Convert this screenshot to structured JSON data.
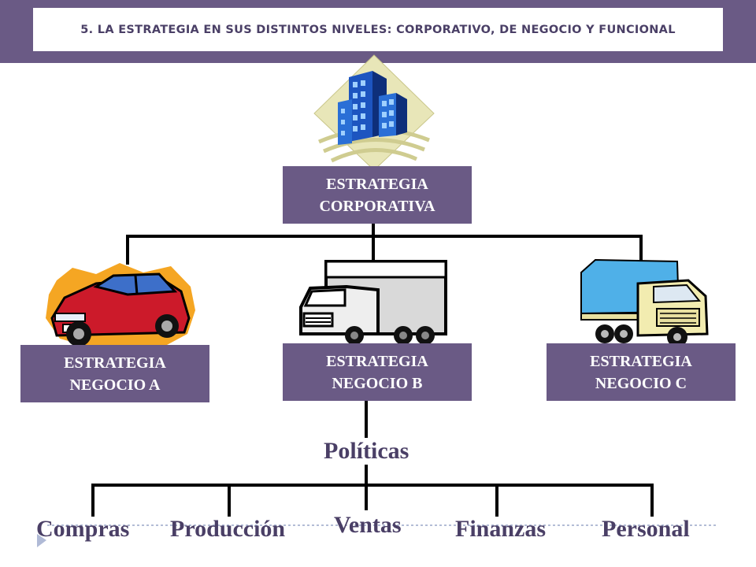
{
  "header": {
    "title": "5. LA ESTRATEGIA EN SUS DISTINTOS NIVELES: CORPORATIVO, DE NEGOCIO Y FUNCIONAL"
  },
  "diagram": {
    "corporate": {
      "label": "ESTRATEGIA\nCORPORATIVA",
      "icon": "office-building-icon"
    },
    "businesses": [
      {
        "label": "ESTRATEGIA\nNEGOCIO A",
        "icon": "red-car-icon"
      },
      {
        "label": "ESTRATEGIA\nNEGOCIO B",
        "icon": "box-truck-icon"
      },
      {
        "label": "ESTRATEGIA\nNEGOCIO C",
        "icon": "cargo-truck-icon"
      }
    ],
    "policies_label": "Políticas",
    "functions": [
      "Compras",
      "Producción",
      "Ventas",
      "Finanzas",
      "Personal"
    ]
  },
  "colors": {
    "accent": "#6a5a85",
    "text": "#4a3f66",
    "box_text": "#ffffff",
    "car_red": "#cc1a2a",
    "building_blue": "#2a6fd6",
    "truck_tarp": "#4fb0e8"
  }
}
